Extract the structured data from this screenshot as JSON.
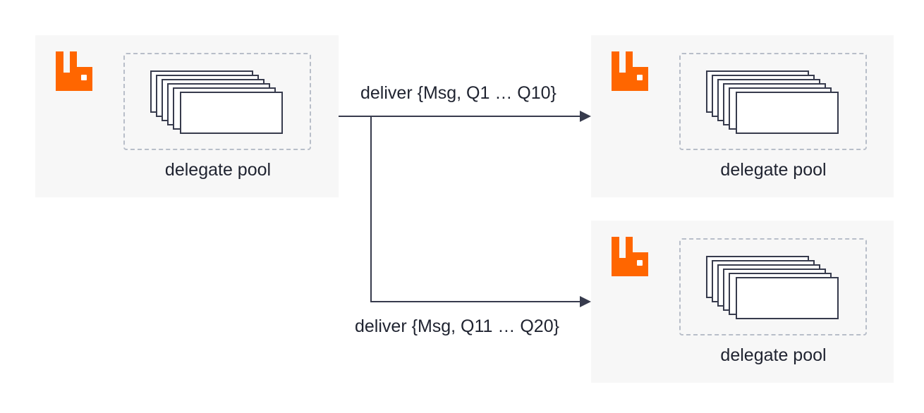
{
  "accent_color": "#ff6600",
  "line_color": "#373b4d",
  "nodes": [
    {
      "id": "source",
      "pool_label": "delegate pool",
      "icon": "rabbitmq-logo-icon"
    },
    {
      "id": "target-top",
      "pool_label": "delegate pool",
      "icon": "rabbitmq-logo-icon"
    },
    {
      "id": "target-bottom",
      "pool_label": "delegate pool",
      "icon": "rabbitmq-logo-icon"
    }
  ],
  "edges": [
    {
      "from": "source",
      "to": "target-top",
      "label": "deliver {Msg, Q1 … Q10}"
    },
    {
      "from": "source",
      "to": "target-bottom",
      "label": "deliver {Msg, Q11 … Q20}"
    }
  ]
}
